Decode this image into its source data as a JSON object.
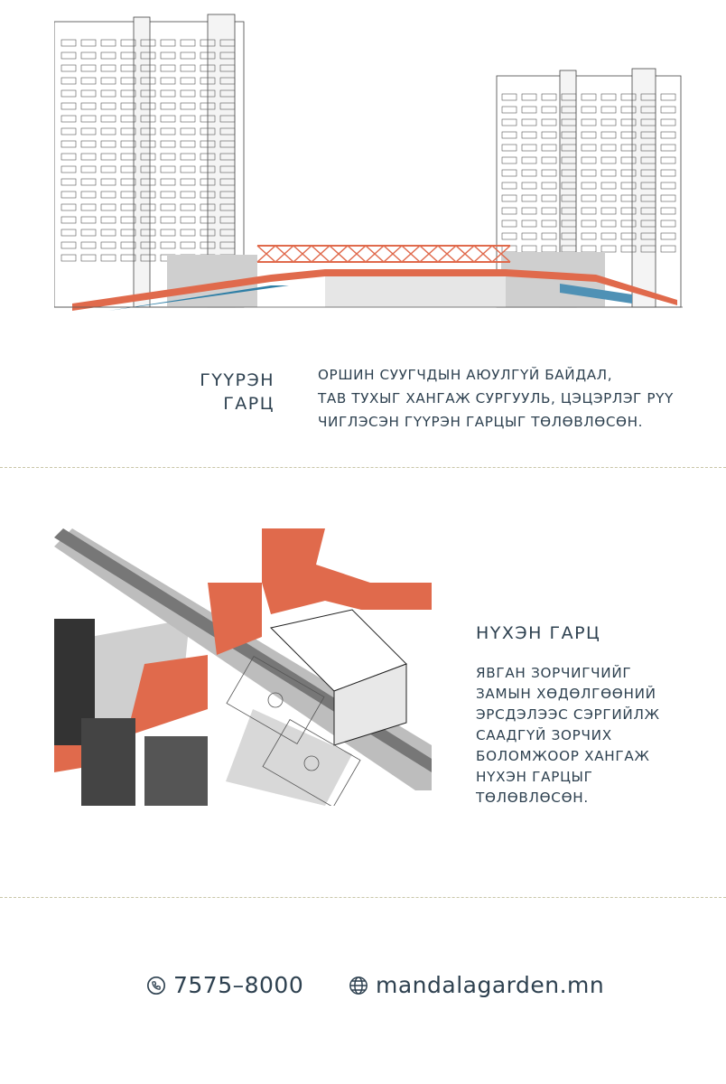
{
  "colors": {
    "accent": "#e06a4c",
    "text": "#2e4150",
    "divider": "#c9c6a8"
  },
  "bridge": {
    "title_lines": [
      "ГҮҮРЭН",
      "ГАРЦ"
    ],
    "description_lines": [
      "ОРШИН СУУГЧДЫН АЮУЛГҮЙ БАЙДАЛ,",
      "ТАВ ТУХЫГ ХАНГАЖ СУРГУУЛЬ, ЦЭЦЭРЛЭГ РҮҮ",
      "ЧИГЛЭСЭН ГҮҮРЭН ГАРЦЫГ ТӨЛӨВЛӨСӨН."
    ]
  },
  "tunnel": {
    "title": "НҮХЭН ГАРЦ",
    "description_lines": [
      "ЯВГАН ЗОРЧИГЧИЙГ",
      "ЗАМЫН ХӨДӨЛГӨӨНИЙ",
      "ЭРСДЭЛЭЭС СЭРГИЙЛЖ",
      "СААДГҮЙ ЗОРЧИХ",
      "БОЛОМЖООР ХАНГАЖ",
      "НҮХЭН ГАРЦЫГ",
      "ТӨЛӨВЛӨСӨН."
    ]
  },
  "contact": {
    "phone": "7575–8000",
    "phone_icon": "phone-icon",
    "website": "mandalagarden.mn",
    "website_icon": "globe-icon"
  }
}
